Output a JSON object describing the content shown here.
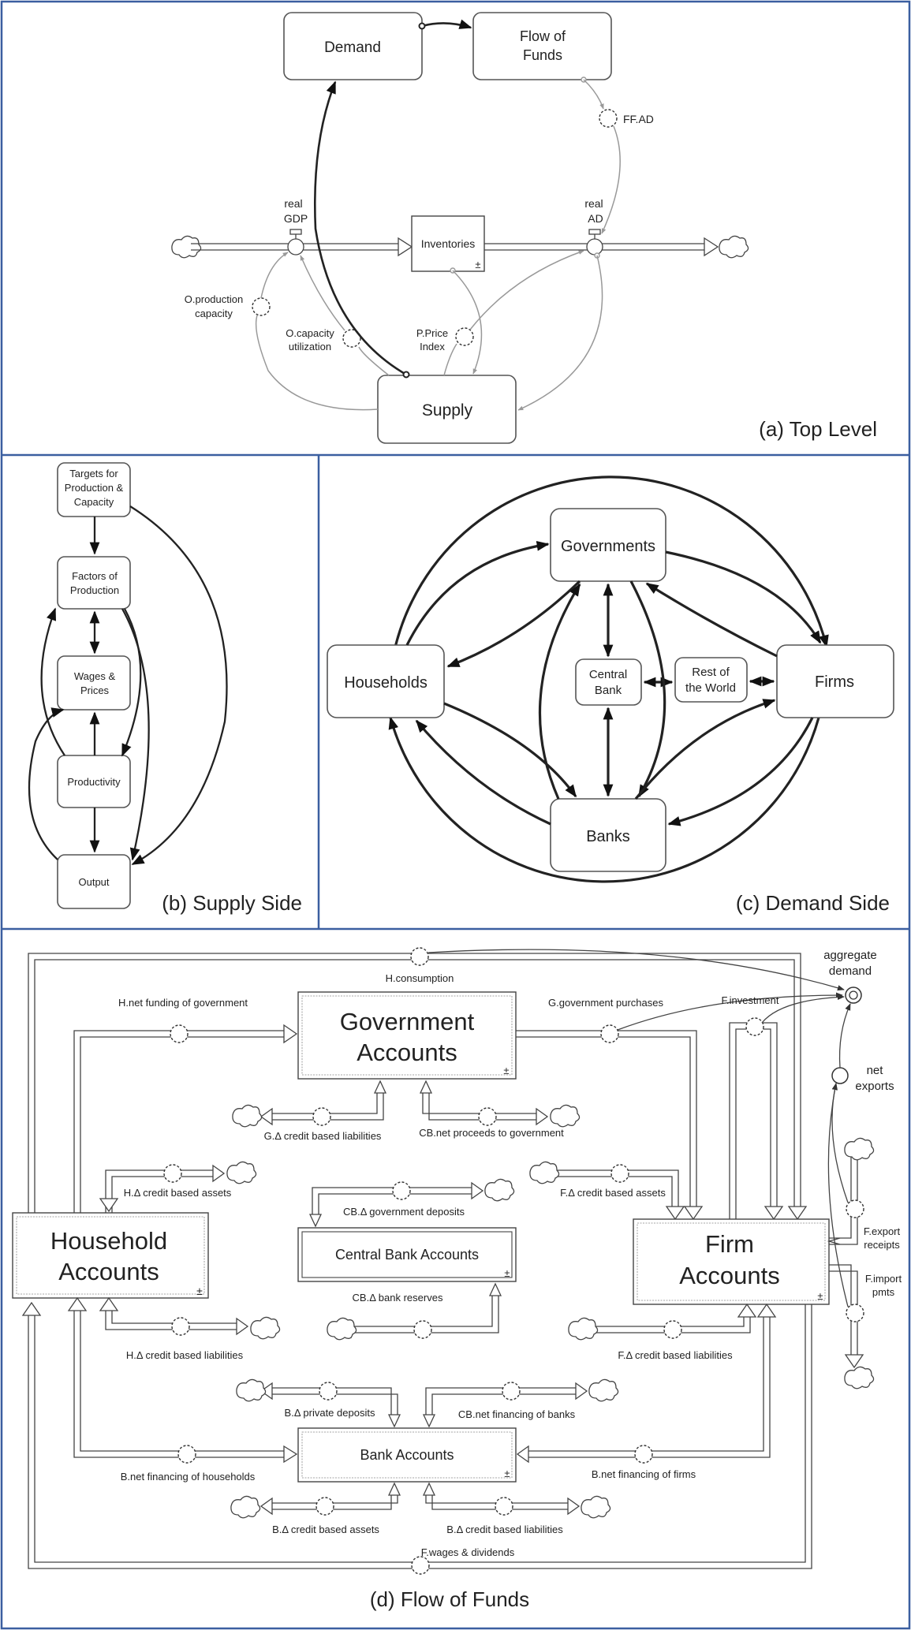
{
  "panel_a": {
    "caption": "(a) Top Level",
    "demand": "Demand",
    "flow_of_funds_line1": "Flow of",
    "flow_of_funds_line2": "Funds",
    "ff_ad": "FF.AD",
    "real_gdp_line1": "real",
    "real_gdp_line2": "GDP",
    "inventories": "Inventories",
    "real_ad_line1": "real",
    "real_ad_line2": "AD",
    "o_production_line1": "O.production",
    "o_production_line2": "capacity",
    "o_capacity_line1": "O.capacity",
    "o_capacity_line2": "utilization",
    "p_price_line1": "P.Price",
    "p_price_line2": "Index",
    "supply": "Supply",
    "plusminus": "±"
  },
  "panel_b": {
    "caption": "(b) Supply Side",
    "targets_line1": "Targets for",
    "targets_line2": "Production &",
    "targets_line3": "Capacity",
    "factors_line1": "Factors of",
    "factors_line2": "Production",
    "wages_line1": "Wages &",
    "wages_line2": "Prices",
    "productivity": "Productivity",
    "output": "Output"
  },
  "panel_c": {
    "caption": "(c) Demand Side",
    "governments": "Governments",
    "households": "Households",
    "central_bank_line1": "Central",
    "central_bank_line2": "Bank",
    "rest_world_line1": "Rest of",
    "rest_world_line2": "the World",
    "firms": "Firms",
    "banks": "Banks"
  },
  "panel_d": {
    "caption": "(d) Flow of Funds",
    "h_consumption": "H.consumption",
    "aggregate_demand_line1": "aggregate",
    "aggregate_demand_line2": "demand",
    "h_net_funding": "H.net funding of government",
    "g_gov_purchases": "G.government purchases",
    "f_investment": "F.investment",
    "gov_accounts_line1": "Government",
    "gov_accounts_line2": "Accounts",
    "net_exports_line1": "net",
    "net_exports_line2": "exports",
    "g_credit_liab": "G.Δ credit based liabilities",
    "cb_net_proceeds": "CB.net proceeds to government",
    "h_credit_assets": "H.Δ credit based assets",
    "f_credit_assets": "F.Δ credit based assets",
    "cb_gov_deposits": "CB.Δ government deposits",
    "household_accounts_line1": "Household",
    "household_accounts_line2": "Accounts",
    "central_bank_accounts": "Central Bank Accounts",
    "firm_accounts_line1": "Firm",
    "firm_accounts_line2": "Accounts",
    "f_export_line1": "F.export",
    "f_export_line2": "receipts",
    "f_import_line1": "F.import",
    "f_import_line2": "pmts",
    "cb_bank_reserves": "CB.Δ bank reserves",
    "h_credit_liab": "H.Δ credit based liabilities",
    "f_credit_liab": "F.Δ credit based liabilities",
    "b_private_deposits": "B.Δ private deposits",
    "cb_net_financing_banks": "CB.net financing of banks",
    "bank_accounts": "Bank Accounts",
    "b_net_fin_households": "B.net financing of households",
    "b_net_fin_firms": "B.net financing of firms",
    "b_credit_assets": "B.Δ credit based assets",
    "b_credit_liab": "B.Δ credit based liabilities",
    "f_wages_dividends": "F.wages & dividends"
  }
}
